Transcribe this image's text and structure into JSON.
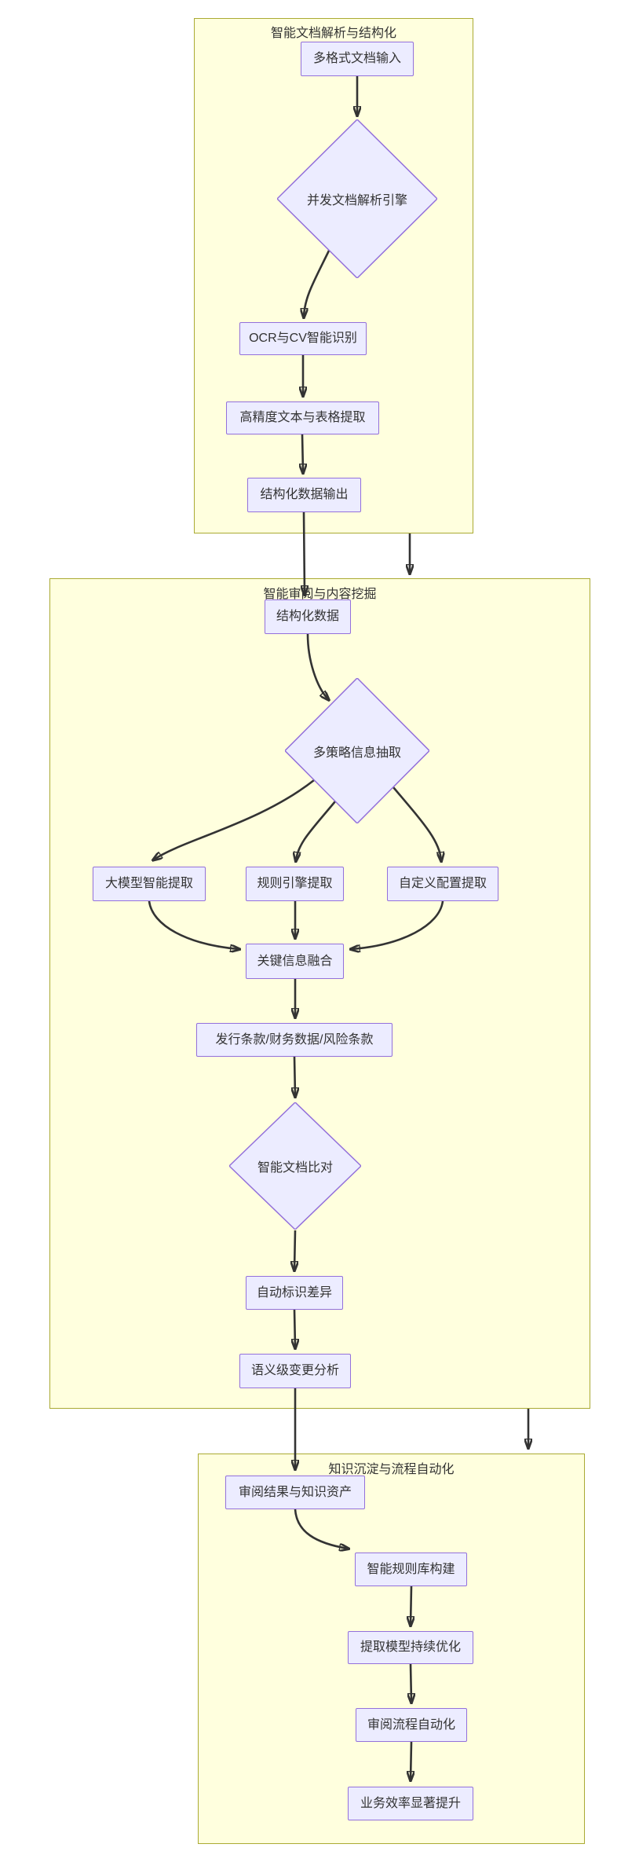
{
  "diagram": {
    "type": "flowchart",
    "sections": [
      {
        "title": "智能文档解析与结构化"
      },
      {
        "title": "智能审阅与内容挖掘"
      },
      {
        "title": "知识沉淀与流程自动化"
      }
    ],
    "nodes": {
      "multi_format_input": "多格式文档输入",
      "concurrent_parse_engine": "并发文档解析引擎",
      "ocr_cv": "OCR与CV智能识别",
      "high_precision_extract": "高精度文本与表格提取",
      "structured_output": "结构化数据输出",
      "structured_data": "结构化数据",
      "multi_strategy_extract": "多策略信息抽取",
      "llm_extract": "大模型智能提取",
      "rule_engine_extract": "规则引擎提取",
      "custom_config_extract": "自定义配置提取",
      "key_info_fusion": "关键信息融合",
      "terms_data": "发行条款/财务数据/风险条款",
      "doc_compare": "智能文档比对",
      "auto_diff": "自动标识差异",
      "semantic_change": "语义级变更分析",
      "review_assets": "审阅结果与知识资产",
      "rule_library": "智能规则库构建",
      "model_optimize": "提取模型持续优化",
      "review_automation": "审阅流程自动化",
      "efficiency_gain": "业务效率显著提升"
    },
    "colors": {
      "section_fill": "#FFFFDE",
      "section_border": "#AAAA33",
      "node_fill": "#ECECFF",
      "node_border": "#9370DB",
      "edge": "#333333",
      "text": "#333333"
    }
  }
}
